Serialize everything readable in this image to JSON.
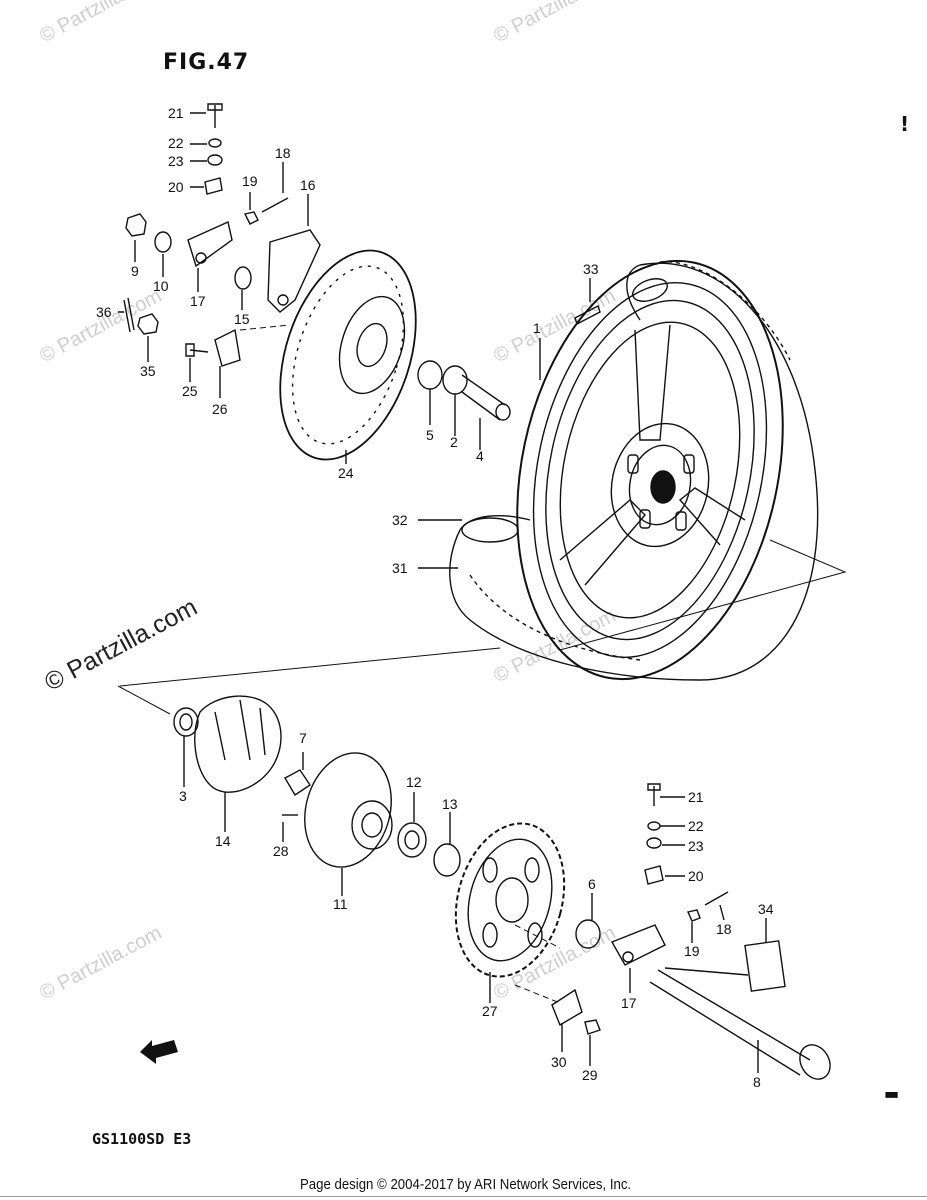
{
  "figure": {
    "title": "FIG.47"
  },
  "model_code": "GS1100SD E3",
  "footer": "Page design © 2004-2017 by ARI Network Services, Inc.",
  "watermark": {
    "main": "© Partzilla.com",
    "faint": "© Partzilla.com"
  },
  "marks": {
    "top_right": "!",
    "bottom_right": "▬"
  },
  "parts": {
    "p1": "1",
    "p2": "2",
    "p3": "3",
    "p4": "4",
    "p5": "5",
    "p6": "6",
    "p7": "7",
    "p8": "8",
    "p9": "9",
    "p10": "10",
    "p11": "11",
    "p12": "12",
    "p13": "13",
    "p14": "14",
    "p15": "15",
    "p16": "16",
    "p17": "17",
    "p18": "18",
    "p19": "19",
    "p20": "20",
    "p21": "21",
    "p22": "22",
    "p23": "23",
    "p24": "24",
    "p25": "25",
    "p26": "26",
    "p27": "27",
    "p28": "28",
    "p29": "29",
    "p30": "30",
    "p31": "31",
    "p32": "32",
    "p33": "33",
    "p34": "34",
    "p35": "35",
    "p36": "36"
  },
  "icons": {
    "fwd_arrow": "fwd-arrow-icon"
  }
}
